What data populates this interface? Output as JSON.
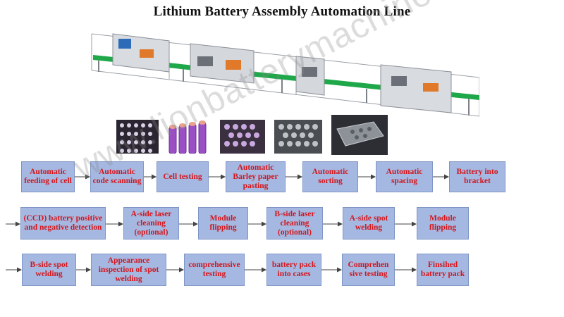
{
  "title": "Lithium Battery Assembly Automation Line",
  "watermark": "www.lionbatterymachine.com",
  "colors": {
    "box_fill": "#a4b8e2",
    "box_border": "#7f95c4",
    "box_text": "#d4161c",
    "conveyor_green": "#1fa84a",
    "frame_grey": "#b9bcc2"
  },
  "rows": [
    {
      "steps": [
        "Automatic feeding of cell",
        "Automatic code scanning",
        "Cell testing",
        "Automatic Barley paper pasting",
        "Automatic sorting",
        "Automatic spacing",
        "Battery into bracket"
      ]
    },
    {
      "steps": [
        "(CCD) battery positive and negative detection",
        "A-side laser cleaning (optional)",
        "Module flipping",
        "B-side laser cleaning (optional)",
        "A-side  spot welding",
        "Module flipping"
      ]
    },
    {
      "steps": [
        "B-side  spot welding",
        "Appearance inspection of spot welding",
        "comprehensive testing",
        "battery pack into cases",
        "Comprehen sive testing",
        "Finsihed battery pack"
      ]
    }
  ]
}
